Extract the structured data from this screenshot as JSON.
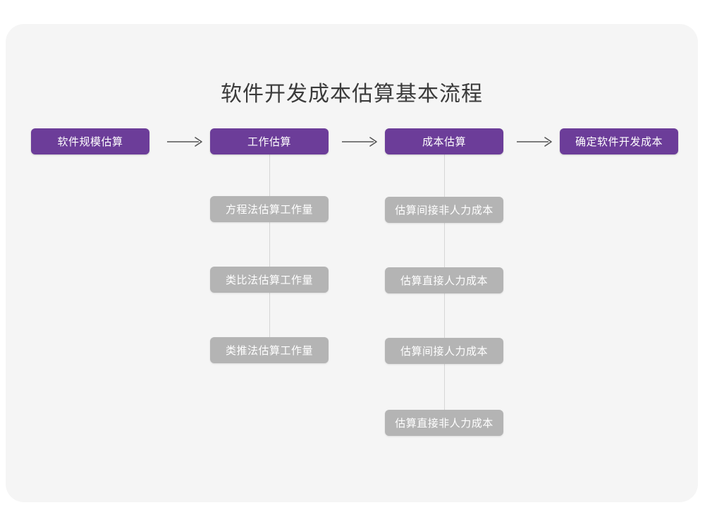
{
  "card": {
    "background_color": "#f5f5f5",
    "page_background_color": "#ffffff"
  },
  "title": "软件开发成本估算基本流程",
  "colors": {
    "primary": "#6c3d99",
    "secondary": "#b4b4b4",
    "title_text": "#3b3b3b",
    "node_text": "#ffffff",
    "connector": "#d6d6d6",
    "arrow": "#555555"
  },
  "flow": {
    "main_steps": [
      {
        "id": "step-1",
        "label": "软件规模估算"
      },
      {
        "id": "step-2",
        "label": "工作估算"
      },
      {
        "id": "step-3",
        "label": "成本估算"
      },
      {
        "id": "step-4",
        "label": "确定软件开发成本"
      }
    ],
    "arrows": [
      {
        "id": "arrow-1",
        "glyph": "long-right-arrow-icon"
      },
      {
        "id": "arrow-2",
        "glyph": "long-right-arrow-icon"
      },
      {
        "id": "arrow-3",
        "glyph": "long-right-arrow-icon"
      }
    ],
    "branches": [
      {
        "parent": "step-2",
        "items": [
          {
            "id": "effort-1",
            "label": "方程法估算工作量"
          },
          {
            "id": "effort-2",
            "label": "类比法估算工作量"
          },
          {
            "id": "effort-3",
            "label": "类推法估算工作量"
          }
        ]
      },
      {
        "parent": "step-3",
        "items": [
          {
            "id": "cost-1",
            "label": "估算间接非人力成本"
          },
          {
            "id": "cost-2",
            "label": "估算直接人力成本"
          },
          {
            "id": "cost-3",
            "label": "估算间接人力成本"
          },
          {
            "id": "cost-4",
            "label": "估算直接非人力成本"
          }
        ]
      }
    ]
  }
}
